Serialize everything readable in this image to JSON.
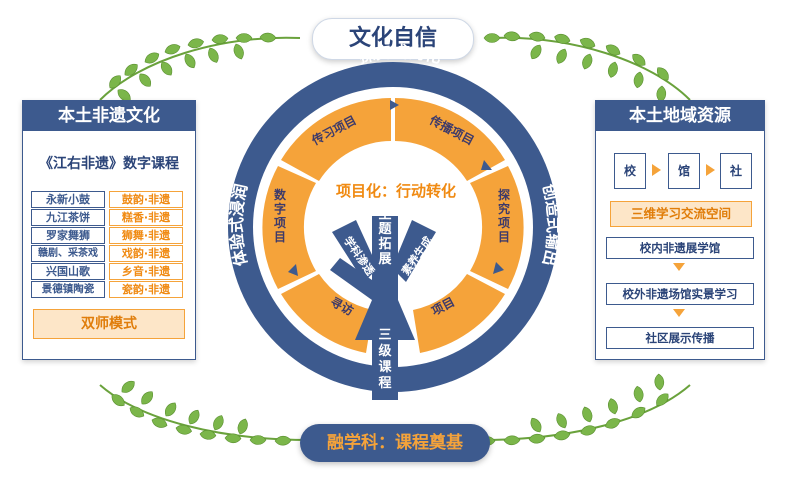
{
  "top_title": "文化自信",
  "bottom_title": "融学科：课程奠基",
  "left_panel": {
    "title": "本土非遗文化",
    "subtitle": "《江右非遗》数字课程",
    "rows": [
      {
        "left": "永新小鼓",
        "right": "鼓韵·非遗"
      },
      {
        "left": "九江茶饼",
        "right": "糕香·非遗"
      },
      {
        "left": "罗家舞狮",
        "right": "狮舞·非遗"
      },
      {
        "left": "赣剧、采茶戏",
        "right": "戏韵·非遗"
      },
      {
        "left": "兴国山歌",
        "right": "乡音·非遗"
      },
      {
        "left": "景德镇陶瓷",
        "right": "瓷韵·非遗"
      }
    ],
    "footer": "双师模式"
  },
  "right_panel": {
    "title": "本土地域资源",
    "flow": [
      "校",
      "馆",
      "社"
    ],
    "highlight": "三维学习交流空间",
    "steps": [
      "校内非遗展学馆",
      "校外非遗场馆实景学习",
      "社区展示传播"
    ]
  },
  "circle": {
    "outer_top": "探究式内化",
    "outer_left": "体验式浸润",
    "outer_right": "创造式输出",
    "center": "项目化：行动转化",
    "ring_segments": [
      "传习项目",
      "传播项目",
      "探究项目",
      "项目",
      "寻访",
      "数字项目"
    ],
    "branches": [
      "学科渗透",
      "主题拓展",
      "素养生成"
    ],
    "trunk": "三级课程"
  },
  "colors": {
    "navy": "#3d5a8e",
    "orange": "#f5a33a",
    "leaf_green": "#7bb64a"
  }
}
